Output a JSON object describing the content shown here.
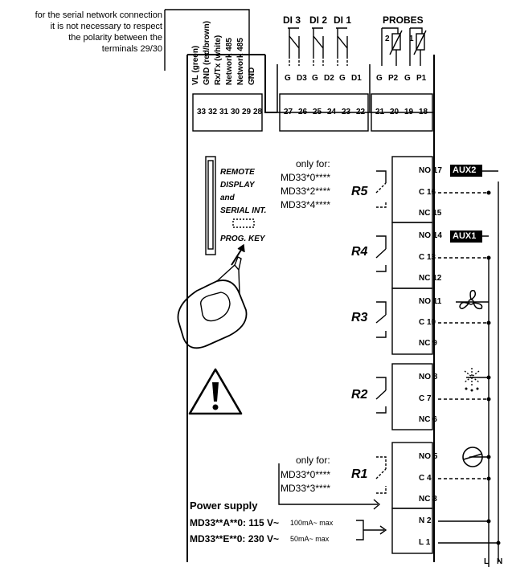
{
  "note": {
    "line1": "for the serial network connection",
    "line2": "it is not necessary to respect",
    "line3": "the polarity between the",
    "line4": "terminals 29/30"
  },
  "left_labels": [
    "VL (green)",
    "GND (red/brown)",
    "Rx/Tx (white)",
    "Network 485",
    "Network 485",
    "GND"
  ],
  "left_terminals": [
    "33",
    "32",
    "31",
    "30",
    "29",
    "28"
  ],
  "di_headers": [
    "DI 3",
    "DI 2",
    "DI 1"
  ],
  "probes_header": "PROBES",
  "mid_labels": [
    "G",
    "D3",
    "G",
    "D2",
    "G",
    "D1"
  ],
  "mid_terminals": [
    "27",
    "26",
    "25",
    "24",
    "23",
    "22"
  ],
  "probe_labels": [
    "G",
    "P2",
    "G",
    "P1"
  ],
  "probe_terminals": [
    "21",
    "20",
    "19",
    "18"
  ],
  "probe_numbers": [
    "2",
    "1"
  ],
  "remote": {
    "line1": "REMOTE",
    "line2": "DISPLAY",
    "line3": "and",
    "line4": "SERIAL INT.",
    "line5": "PROG. KEY"
  },
  "only_for_top": {
    "title": "only for:",
    "models": [
      "MD33*0****",
      "MD33*2****",
      "MD33*4****"
    ]
  },
  "only_for_bottom": {
    "title": "only for:",
    "models": [
      "MD33*0****",
      "MD33*3****"
    ]
  },
  "relays": [
    "R5",
    "R4",
    "R3",
    "R2",
    "R1"
  ],
  "right_terminals": [
    "NO 17",
    "C 16",
    "NC 15",
    "NO 14",
    "C 13",
    "NC 12",
    "NO 11",
    "C 10",
    "NC 9",
    "NO 8",
    "C 7",
    "NC 6",
    "NO 5",
    "C 4",
    "NC 3",
    "N 2",
    "L 1"
  ],
  "aux": [
    "AUX2",
    "AUX1"
  ],
  "power": {
    "title": "Power supply",
    "line1_model": "MD33**A**0: 115 V~",
    "line1_current": "100mA~ max",
    "line2_model": "MD33**E**0: 230 V~",
    "line2_current": "50mA~ max"
  },
  "bottom_labels": [
    "L",
    "N"
  ]
}
